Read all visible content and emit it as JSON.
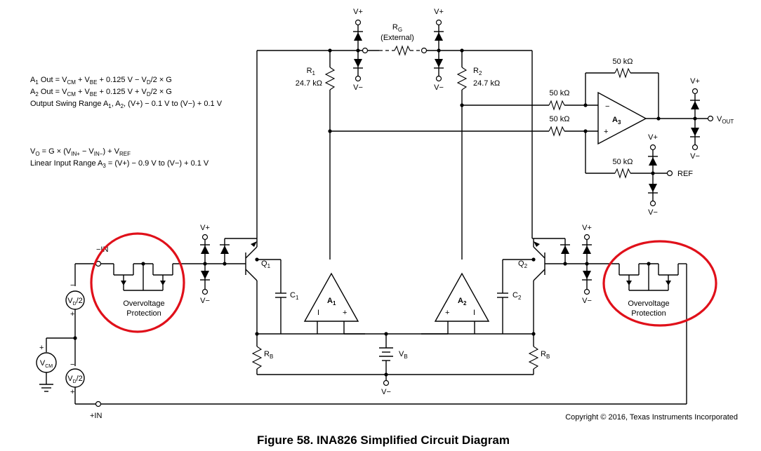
{
  "equations": {
    "a1_out": "A1 Out = VCM + VBE + 0.125 V − VD/2 × G",
    "a2_out": "A2 Out = VCM + VBE + 0.125 V + VD/2 × G",
    "swing": "Output Swing Range A1, A2, (V+) − 0.1 V to (V−) + 0.1 V",
    "vo": "VO = G × (VIN+ − VIN−) + VREF",
    "linear": "Linear Input Range A3 = (V+) − 0.9 V to (V−) + 0.1 V"
  },
  "labels": {
    "vplus": "V+",
    "vminus": "V−",
    "rg": "RG",
    "external": "(External)",
    "r1": "R1",
    "r2": "R2",
    "r1_value": "24.7 kΩ",
    "r2_value": "24.7 kΩ",
    "r50k": "50 kΩ",
    "a1": "A1",
    "a2": "A2",
    "a3": "A3",
    "q1": "Q1",
    "q2": "Q2",
    "c1": "C1",
    "c2": "C2",
    "rb": "RB",
    "vb": "VB",
    "vout": "VOUT",
    "ref": "REF",
    "in_minus": "−IN",
    "in_plus": "+IN",
    "vcm": "VCM",
    "vd2": "VD/2",
    "overvoltage": "Overvoltage",
    "protection": "Protection"
  },
  "caption": "Figure 58.  INA826 Simplified Circuit Diagram",
  "copyright": "Copyright © 2016, Texas Instruments Incorporated",
  "colors": {
    "highlight": "#e0101a",
    "ink": "#000000"
  }
}
